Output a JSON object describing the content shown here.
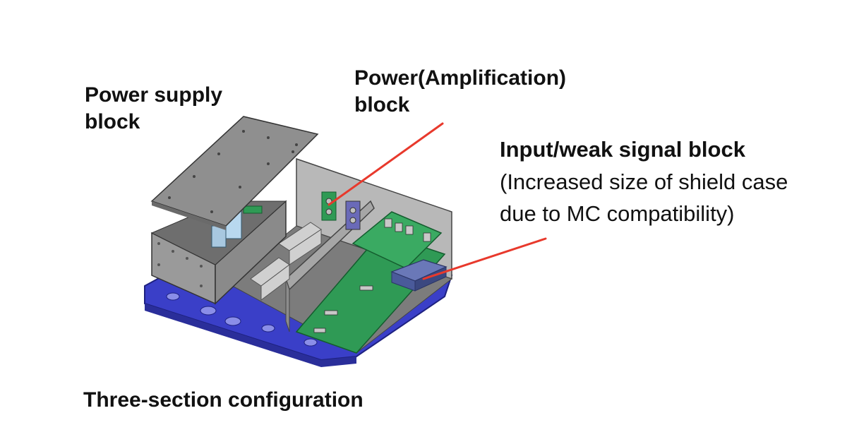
{
  "labels": {
    "power_supply": [
      "Power supply",
      "block"
    ],
    "power_amp": [
      "Power(Amplification)",
      "block"
    ],
    "input_weak_title": "Input/weak signal block",
    "input_weak_note": [
      "(Increased size of shield case",
      "due to MC compatibility)"
    ],
    "caption": "Three-section configuration"
  },
  "colors": {
    "leader_line": "#e8392c",
    "chassis_base": "#3a3fc8",
    "enclosure_metal": "#9a9a9a",
    "pcb": "#2f9a55",
    "shield_case": "#4a5a9a"
  }
}
